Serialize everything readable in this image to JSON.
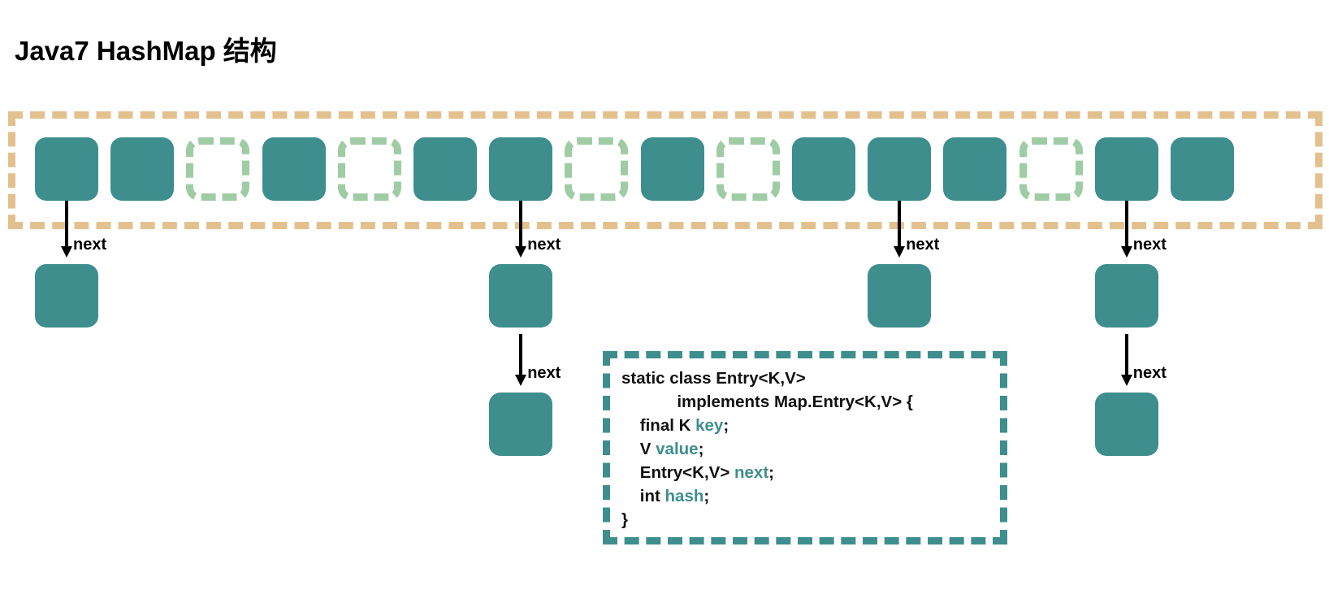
{
  "title": "Java7 HashMap 结构",
  "colors": {
    "node_fill": "#3e8e8e",
    "empty_dash": "#9fcca4",
    "array_dash": "#e3c18e",
    "code_dash": "#3e8e8e",
    "text": "#000000",
    "code_accent": "#3e8e8e"
  },
  "array": {
    "name": "bucket-array",
    "cell_count": 16,
    "cells": [
      {
        "index": 0,
        "state": "filled"
      },
      {
        "index": 1,
        "state": "filled"
      },
      {
        "index": 2,
        "state": "empty"
      },
      {
        "index": 3,
        "state": "filled"
      },
      {
        "index": 4,
        "state": "empty"
      },
      {
        "index": 5,
        "state": "filled"
      },
      {
        "index": 6,
        "state": "filled"
      },
      {
        "index": 7,
        "state": "empty"
      },
      {
        "index": 8,
        "state": "filled"
      },
      {
        "index": 9,
        "state": "empty"
      },
      {
        "index": 10,
        "state": "filled"
      },
      {
        "index": 11,
        "state": "filled"
      },
      {
        "index": 12,
        "state": "filled"
      },
      {
        "index": 13,
        "state": "empty"
      },
      {
        "index": 14,
        "state": "filled"
      },
      {
        "index": 15,
        "state": "filled"
      }
    ]
  },
  "chains": [
    {
      "bucket_index": 0,
      "nodes": 1,
      "arrow_labels": [
        "next"
      ]
    },
    {
      "bucket_index": 6,
      "nodes": 2,
      "arrow_labels": [
        "next",
        "next"
      ]
    },
    {
      "bucket_index": 11,
      "nodes": 1,
      "arrow_labels": [
        "next"
      ]
    },
    {
      "bucket_index": 14,
      "nodes": 2,
      "arrow_labels": [
        "next",
        "next"
      ]
    }
  ],
  "arrow_label": "next",
  "code": {
    "name": "entry-class-definition",
    "lines": [
      [
        {
          "t": "static class Entry<K,V>",
          "c": "plain"
        }
      ],
      [
        {
          "t": "            implements Map.Entry<K,V> {",
          "c": "plain"
        }
      ],
      [
        {
          "t": "    final K ",
          "c": "plain"
        },
        {
          "t": "key",
          "c": "accent"
        },
        {
          "t": ";",
          "c": "plain"
        }
      ],
      [
        {
          "t": "    V ",
          "c": "plain"
        },
        {
          "t": "value",
          "c": "accent"
        },
        {
          "t": ";",
          "c": "plain"
        }
      ],
      [
        {
          "t": "    Entry<K,V> ",
          "c": "plain"
        },
        {
          "t": "next",
          "c": "accent"
        },
        {
          "t": ";",
          "c": "plain"
        }
      ],
      [
        {
          "t": "    int ",
          "c": "plain"
        },
        {
          "t": "hash",
          "c": "accent"
        },
        {
          "t": ";",
          "c": "plain"
        }
      ],
      [
        {
          "t": "}",
          "c": "plain"
        }
      ]
    ]
  }
}
